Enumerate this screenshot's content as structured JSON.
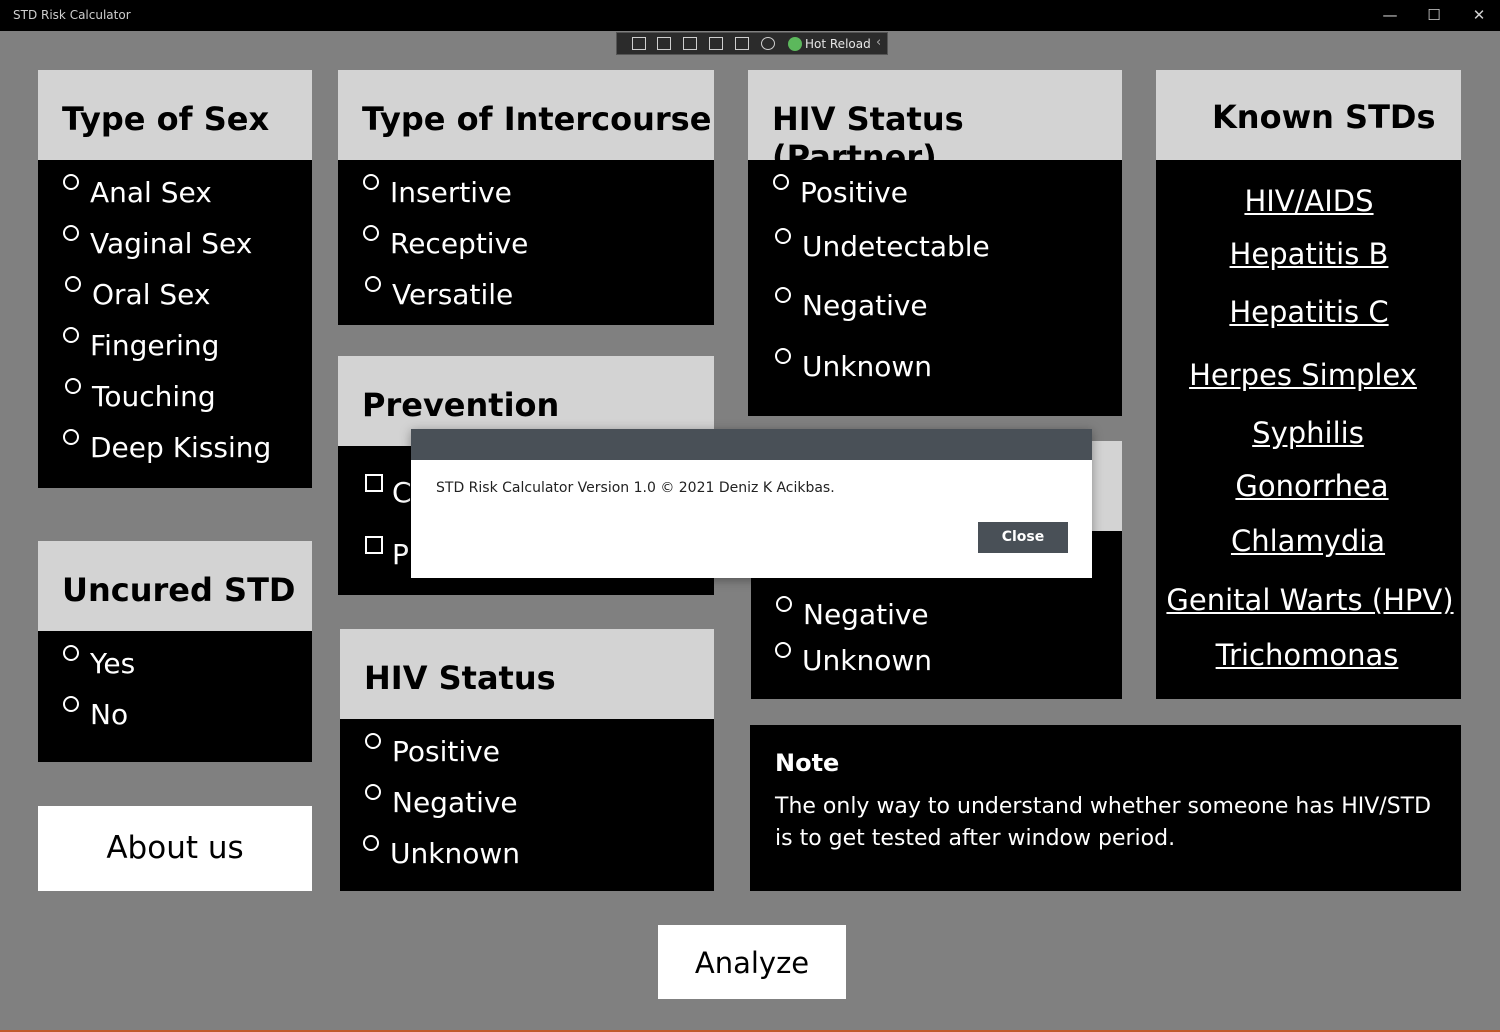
{
  "window": {
    "title": "STD Risk Calculator",
    "minimize_glyph": "—",
    "maximize_glyph": "☐",
    "close_glyph": "✕"
  },
  "devtools": {
    "hot_reload_label": "Hot Reload",
    "icons": [
      "live-visual-tree-icon",
      "select-element-icon",
      "display-layout-adorners-icon",
      "track-focus-icon",
      "binding-failures-icon",
      "hot-reload-status-icon"
    ]
  },
  "type_of_sex": {
    "title": "Type of Sex",
    "options": [
      "Anal Sex",
      "Vaginal Sex",
      "Oral Sex",
      "Fingering",
      "Touching",
      "Deep Kissing"
    ]
  },
  "type_of_intercourse": {
    "title": "Type of Intercourse",
    "options": [
      "Insertive",
      "Receptive",
      "Versatile"
    ]
  },
  "prevention": {
    "title": "Prevention",
    "options": [
      "C",
      "P"
    ]
  },
  "hiv_status_partner": {
    "title": "HIV Status (Partner)",
    "options": [
      "Positive",
      "Undetectable",
      "Negative",
      "Unknown"
    ]
  },
  "hidden_panel": {
    "options": [
      "Negative",
      "Unknown"
    ]
  },
  "known_stds": {
    "title": "Known STDs",
    "links": [
      "HIV/AIDS",
      "Hepatitis B",
      "Hepatitis C",
      "Herpes Simplex",
      "Syphilis",
      "Gonorrhea",
      "Chlamydia",
      "Genital Warts (HPV)",
      "Trichomonas"
    ]
  },
  "uncured_std": {
    "title": "Uncured STD",
    "options": [
      "Yes",
      "No"
    ]
  },
  "hiv_status": {
    "title": "HIV Status",
    "options": [
      "Positive",
      "Negative",
      "Unknown"
    ]
  },
  "about_button": "About us",
  "analyze_button": "Analyze",
  "note": {
    "title": "Note",
    "body": "The only way to understand whether someone has HIV/STD is to get tested after window period."
  },
  "dialog": {
    "message": "STD Risk Calculator Version 1.0 © 2021 Deniz K Acikbas.",
    "close_label": "Close"
  },
  "colors": {
    "background": "#808080",
    "panel": "#000000",
    "panel_header": "#d3d3d3",
    "dialog_header": "#495057"
  }
}
